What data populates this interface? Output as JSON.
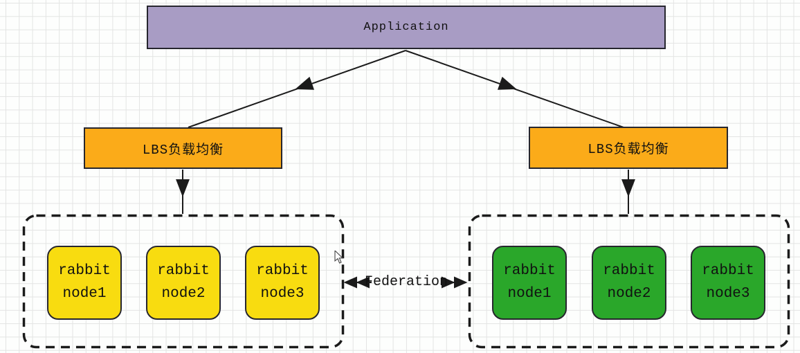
{
  "application": {
    "label": "Application"
  },
  "load_balancers": {
    "left": {
      "label": "LBS负载均衡"
    },
    "right": {
      "label": "LBS负载均衡"
    }
  },
  "clusters": {
    "left": {
      "nodes": [
        {
          "label": "rabbit\nnode1"
        },
        {
          "label": "rabbit\nnode2"
        },
        {
          "label": "rabbit\nnode3"
        }
      ]
    },
    "right": {
      "nodes": [
        {
          "label": "rabbit\nnode1"
        },
        {
          "label": "rabbit\nnode2"
        },
        {
          "label": "rabbit\nnode3"
        }
      ]
    }
  },
  "federation": {
    "label": "Federation"
  },
  "icons": {
    "cursor": "mouse-pointer-icon"
  },
  "colors": {
    "application_fill": "#a89cc4",
    "load_balancer_fill": "#fbab19",
    "left_node_fill": "#f8dc10",
    "right_node_fill": "#2aa72a",
    "line": "#1b1b1b",
    "grid_line": "#e3e4e3",
    "background": "#fdfefd"
  }
}
